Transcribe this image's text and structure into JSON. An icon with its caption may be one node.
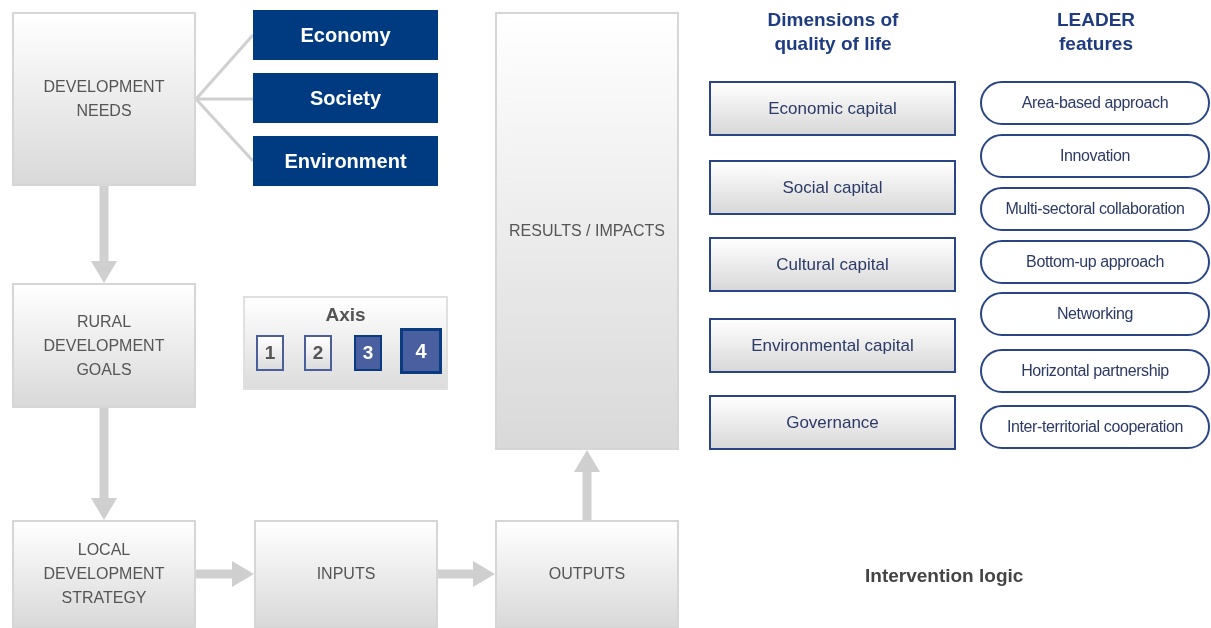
{
  "diagram": {
    "nodes": [
      {
        "text": [
          "DEVELOPMENT NEEDS"
        ]
      },
      {
        "text": [
          "Economy"
        ]
      },
      {
        "text": [
          "Society"
        ]
      },
      {
        "text": [
          "Environment"
        ]
      },
      {
        "text": [
          "RURAL DEVELOPMENT GOALS"
        ]
      },
      {
        "text": [
          "Axis"
        ]
      },
      {
        "text": [
          "1"
        ],
        "in": 5
      },
      {
        "text": [
          "2"
        ],
        "in": 5
      },
      {
        "text": [
          "3"
        ],
        "in": 5
      },
      {
        "text": [
          "4"
        ],
        "in": 5
      },
      {
        "text": [
          "RESULTS / IMPACTS"
        ]
      },
      {
        "text": [
          "LOCAL DEVELOPMENT STRATEGY"
        ]
      },
      {
        "text": [
          "INPUTS"
        ]
      },
      {
        "text": [
          "OUTPUTS"
        ]
      },
      {
        "text": [
          "Economic capital"
        ]
      },
      {
        "text": [
          "Social capital"
        ]
      },
      {
        "text": [
          "Cultural capital"
        ]
      },
      {
        "text": [
          "Environmental capital"
        ]
      },
      {
        "text": [
          "Governance"
        ]
      },
      {
        "text": [
          "Area-based approach"
        ]
      },
      {
        "text": [
          "Innovation"
        ]
      },
      {
        "text": [
          "Multi-sectoral collaboration"
        ]
      },
      {
        "text": [
          "Bottom-up approach"
        ]
      },
      {
        "text": [
          "Networking"
        ]
      },
      {
        "text": [
          "Horizontal partnership"
        ]
      },
      {
        "text": [
          "Inter-territorial cooperation"
        ]
      }
    ],
    "edges": [
      {
        "from": 0,
        "to": 1,
        "arrow": "none"
      },
      {
        "from": 0,
        "to": 2,
        "arrow": "none"
      },
      {
        "from": 0,
        "to": 3,
        "arrow": "none"
      },
      {
        "from": 0,
        "to": 4,
        "arrow": "to"
      },
      {
        "from": 4,
        "to": 11,
        "arrow": "to"
      },
      {
        "from": 11,
        "to": 12,
        "arrow": "to"
      },
      {
        "from": 12,
        "to": 13,
        "arrow": "to"
      },
      {
        "from": 13,
        "to": 10,
        "arrow": "to"
      }
    ],
    "labels": [
      "Dimensions of quality of life",
      "LEADER features",
      "Intervention logic"
    ]
  }
}
